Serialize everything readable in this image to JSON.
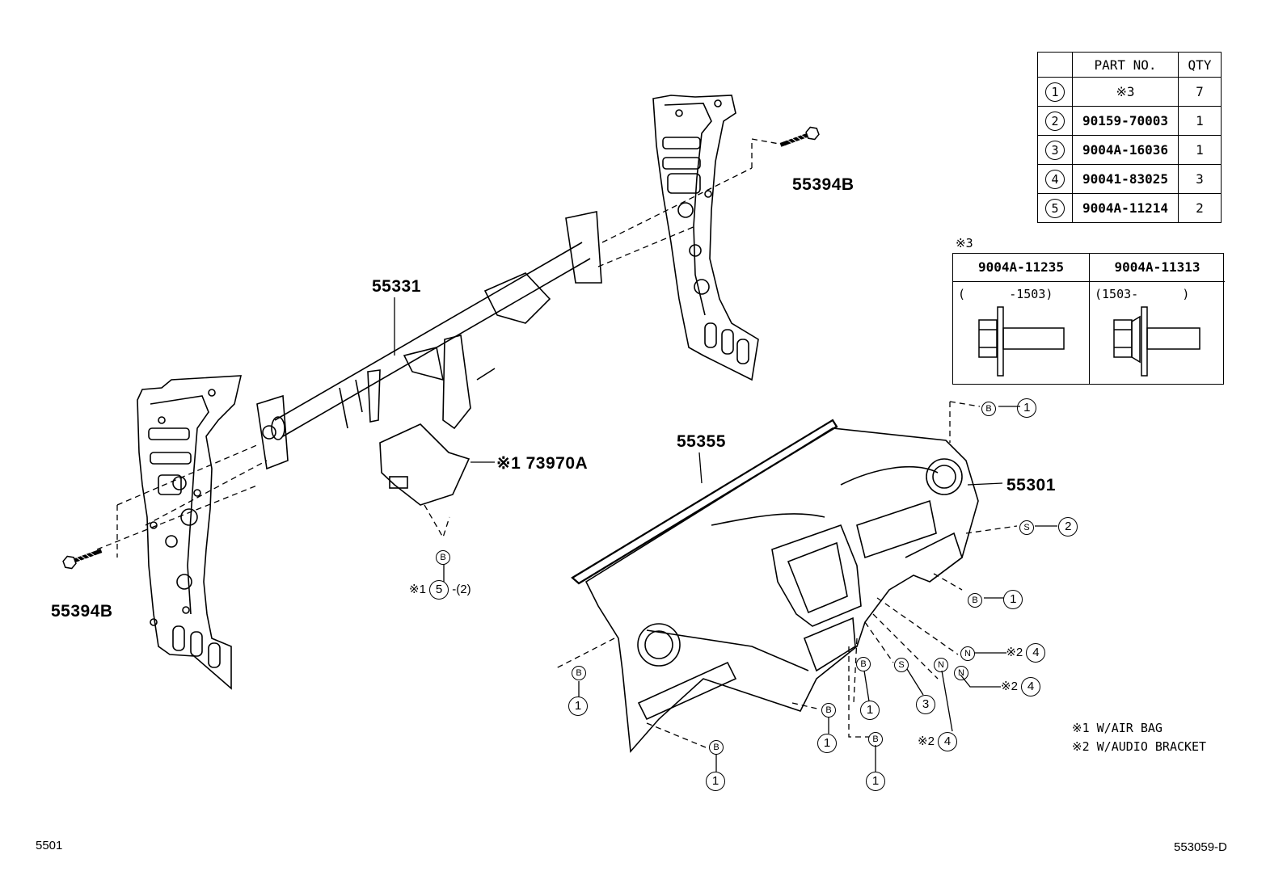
{
  "parts_table": {
    "headers": [
      "",
      "PART NO.",
      "QTY"
    ],
    "rows": [
      {
        "ref": "1",
        "part_no": "※3",
        "qty": "7"
      },
      {
        "ref": "2",
        "part_no": "90159-70003",
        "qty": "1"
      },
      {
        "ref": "3",
        "part_no": "9004A-16036",
        "qty": "1"
      },
      {
        "ref": "4",
        "part_no": "90041-83025",
        "qty": "3"
      },
      {
        "ref": "5",
        "part_no": "9004A-11214",
        "qty": "2"
      }
    ]
  },
  "variants": {
    "mark": "※3",
    "columns": [
      {
        "part_no": "9004A-11235",
        "range": "(      -1503)"
      },
      {
        "part_no": "9004A-11313",
        "range": "(1503-      )"
      }
    ]
  },
  "labels": {
    "bolt_top": "55394B",
    "bolt_left": "55394B",
    "reinforcement": "55331",
    "airbag": "※1 73970A",
    "panel_top": "55355",
    "panel_main": "55301"
  },
  "callouts": {
    "b": "B",
    "s": "S",
    "n": "N",
    "mark1": "※1",
    "mark2": "※2",
    "one": "1",
    "two": "2",
    "three": "3",
    "four": "4",
    "five": "5",
    "qty_note": "-(2)"
  },
  "legend": {
    "note1": "※1 W/AIR BAG",
    "note2": "※2 W/AUDIO BRACKET"
  },
  "footer": {
    "left": "5501",
    "right": "553059-D"
  }
}
